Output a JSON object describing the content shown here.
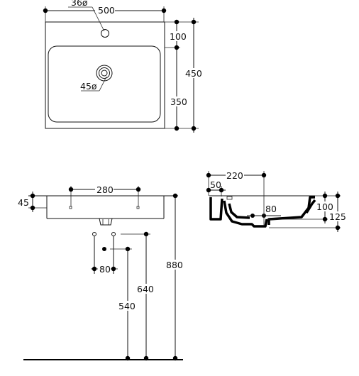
{
  "top_view": {
    "tap_hole": "36ø",
    "width": "500",
    "top_margin": "100",
    "depth": "450",
    "basin_depth": "350",
    "drain": "45ø"
  },
  "front_view": {
    "rim_height": "45",
    "bracket_spacing": "280",
    "trap_offset": "80",
    "outlet_height": "540",
    "supply_height": "640",
    "rim_floor_height": "880"
  },
  "side_view": {
    "depth_to_bracket": "220",
    "rim_offset": "50",
    "outlet_offset": "80",
    "inner_height": "100",
    "total_height": "125"
  }
}
